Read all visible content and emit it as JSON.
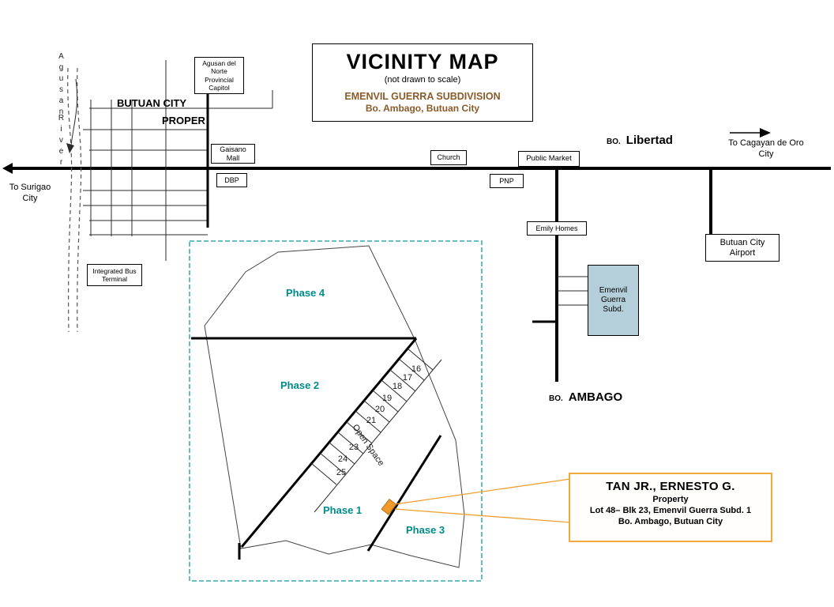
{
  "colors": {
    "phase_label": "#008b8b",
    "inset_border": "#35a7b0",
    "accent_brown": "#8a5a28",
    "callout_border": "#f2aa3c",
    "highlight_lot": "#ef9a2a",
    "subdivision_box_fill": "#b4cfd9"
  },
  "title_box": {
    "title": "VICINITY MAP",
    "subtitle": "(not drawn to scale)",
    "name": "EMENVIL GUERRA SUBDIVISION",
    "location": "Bo. Ambago, Butuan City"
  },
  "river": {
    "line1": "Agusan",
    "line2": "River"
  },
  "areas": {
    "butuan_city": "BUTUAN CITY",
    "proper": "PROPER",
    "libertad_prefix": "BO.",
    "libertad": "Libertad",
    "ambago_prefix": "BO.",
    "ambago": "AMBAGO"
  },
  "directions": {
    "to_surigao": "To Surigao City",
    "to_cagayan": "To Cagayan de Oro City"
  },
  "landmarks": {
    "capitol": "Agusan del Norte Provincial Capitol",
    "gaisano": "Gaisano Mall",
    "dbp": "DBP",
    "church": "Church",
    "pnp": "PNP",
    "public_market": "Public Market",
    "emily_homes": "Emily Homes",
    "airport": "Butuan City Airport",
    "bus_terminal": "Integrated Bus Terminal",
    "emenvil_subd": "Emenvil Guerra Subd."
  },
  "subdivision": {
    "phase_4": "Phase 4",
    "phase_2": "Phase 2",
    "phase_1": "Phase 1",
    "phase_3": "Phase 3",
    "open_space": "Open Space",
    "lot_numbers": [
      "16",
      "17",
      "18",
      "19",
      "20",
      "21",
      "23",
      "24",
      "25"
    ]
  },
  "callout": {
    "owner": "TAN JR., ERNESTO G.",
    "line2": "Property",
    "line3": "Lot 48– Blk 23,  Emenvil Guerra Subd. 1",
    "line4": "Bo. Ambago, Butuan City"
  }
}
